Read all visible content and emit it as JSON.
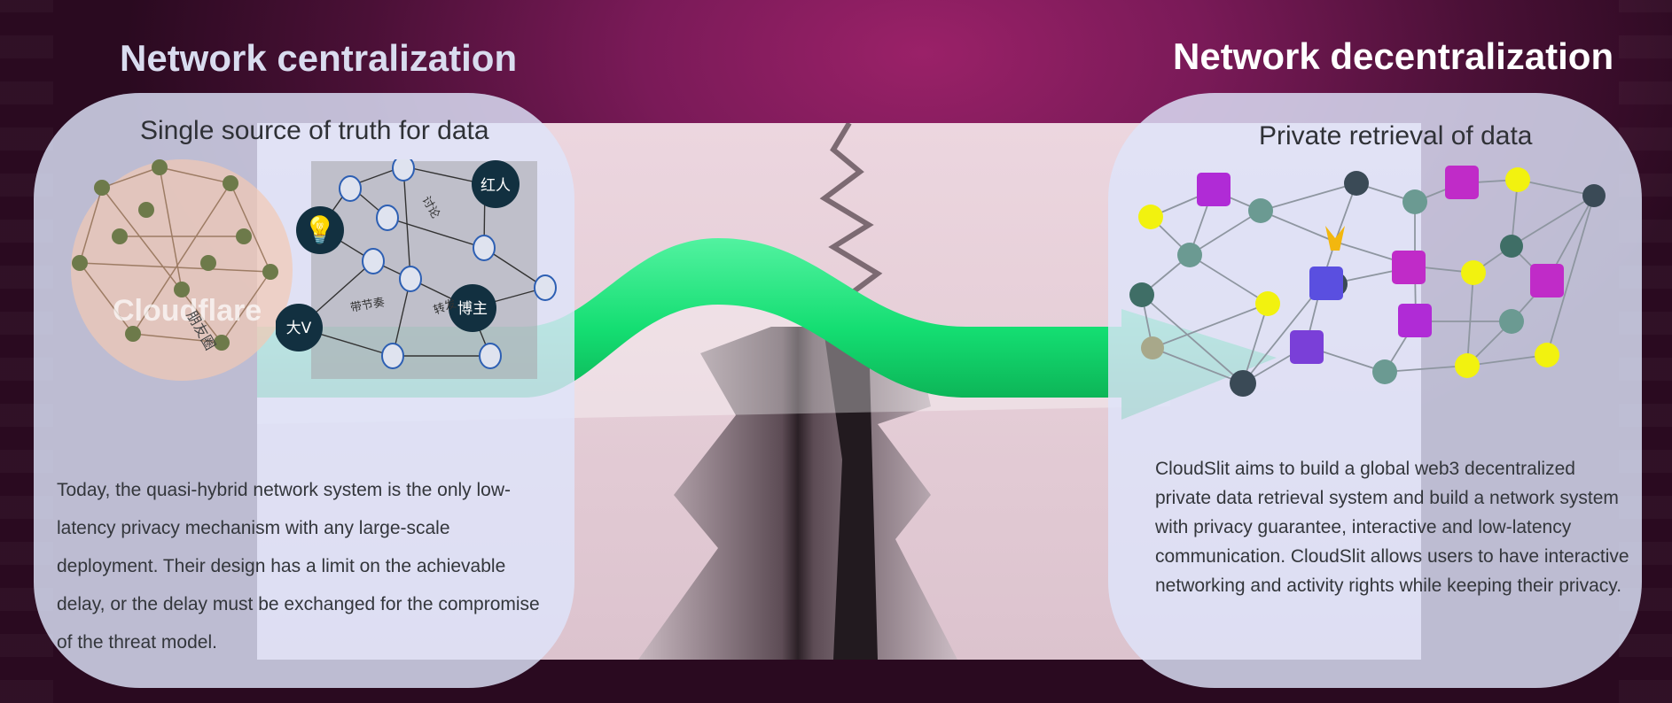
{
  "left": {
    "title": "Network centralization",
    "subtitle": "Single source of truth for data",
    "body": "Today, the quasi-hybrid network system is the only low-latency privacy mechanism with any large-scale deployment. Their design has a limit on the achievable delay, or the delay must be exchanged for the compromise of the threat model.",
    "graph_labels": {
      "red_person": "红人",
      "big_v": "大V",
      "blogger": "博主",
      "friends": "朋友圈",
      "discuss": "讨论",
      "forward": "转发",
      "lead": "带节奏"
    },
    "watermark": "Cloudflare"
  },
  "right": {
    "title": "Network decentralization",
    "subtitle": "Private retrieval of data",
    "body": "CloudSlit aims to build a global web3 decentralized private data retrieval system and build a network system with privacy guarantee, interactive and low-latency communication. CloudSlit allows users to have interactive networking and activity rights while keeping their privacy."
  },
  "colors": {
    "arrow": "#19e07a",
    "panel": "#dee4fa",
    "background": "#7a1a58",
    "node_yellow": "#f2f20f",
    "node_teal": "#6b9a92",
    "node_dark": "#3a4a56"
  }
}
